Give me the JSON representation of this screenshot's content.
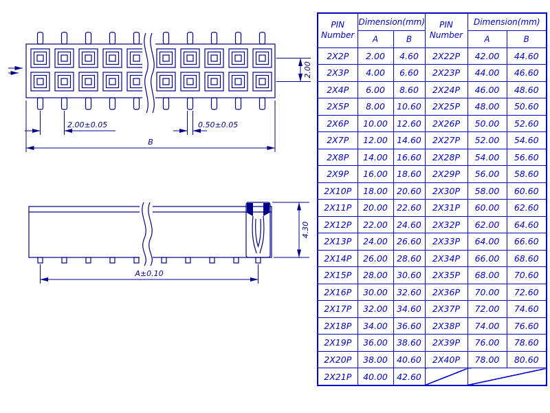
{
  "title": "Dual-row pin header dimension drawing",
  "colors": {
    "drawing_line": "#000088",
    "table_line": "#0000d0",
    "background": "#ffffff"
  },
  "drawing": {
    "top_view": {
      "row_pitch_label": "2.00",
      "pin_pitch_label": "2.00±0.05",
      "pin_width_label": "0.50±0.05",
      "overall_length_label": "B"
    },
    "side_view": {
      "height_label": "4.30",
      "length_label": "A±0.10"
    }
  },
  "table": {
    "header": {
      "pin_col_line1": "PIN",
      "pin_col_line2": "Number",
      "dimension_group": "Dimension(mm)",
      "col_a": "A",
      "col_b": "B"
    },
    "rows": [
      [
        "2X2P",
        "2.00",
        "4.60",
        "2X22P",
        "42.00",
        "44.60"
      ],
      [
        "2X3P",
        "4.00",
        "6.60",
        "2X23P",
        "44.00",
        "46.60"
      ],
      [
        "2X4P",
        "6.00",
        "8.60",
        "2X24P",
        "46.00",
        "48.60"
      ],
      [
        "2X5P",
        "8.00",
        "10.60",
        "2X25P",
        "48.00",
        "50.60"
      ],
      [
        "2X6P",
        "10.00",
        "12.60",
        "2X26P",
        "50.00",
        "52.60"
      ],
      [
        "2X7P",
        "12.00",
        "14.60",
        "2X27P",
        "52.00",
        "54.60"
      ],
      [
        "2X8P",
        "14.00",
        "16.60",
        "2X28P",
        "54.00",
        "56.60"
      ],
      [
        "2X9P",
        "16.00",
        "18.60",
        "2X29P",
        "56.00",
        "58.60"
      ],
      [
        "2X10P",
        "18.00",
        "20.60",
        "2X30P",
        "58.00",
        "60.60"
      ],
      [
        "2X11P",
        "20.00",
        "22.60",
        "2X31P",
        "60.00",
        "62.60"
      ],
      [
        "2X12P",
        "22.00",
        "24.60",
        "2X32P",
        "62.00",
        "64.60"
      ],
      [
        "2X13P",
        "24.00",
        "26.60",
        "2X33P",
        "64.00",
        "66.60"
      ],
      [
        "2X14P",
        "26.00",
        "28.60",
        "2X34P",
        "66.00",
        "68.60"
      ],
      [
        "2X15P",
        "28.00",
        "30.60",
        "2X35P",
        "68.00",
        "70.60"
      ],
      [
        "2X16P",
        "30.00",
        "32.60",
        "2X36P",
        "70.00",
        "72.60"
      ],
      [
        "2X17P",
        "32.00",
        "34.60",
        "2X37P",
        "72.00",
        "74.60"
      ],
      [
        "2X18P",
        "34.00",
        "36.60",
        "2X38P",
        "74.00",
        "76.60"
      ],
      [
        "2X19P",
        "36.00",
        "38.60",
        "2X39P",
        "76.00",
        "78.60"
      ],
      [
        "2X20P",
        "38.00",
        "40.60",
        "2X40P",
        "78.00",
        "80.60"
      ],
      [
        "2X21P",
        "40.00",
        "42.60",
        null,
        null,
        null
      ]
    ]
  }
}
